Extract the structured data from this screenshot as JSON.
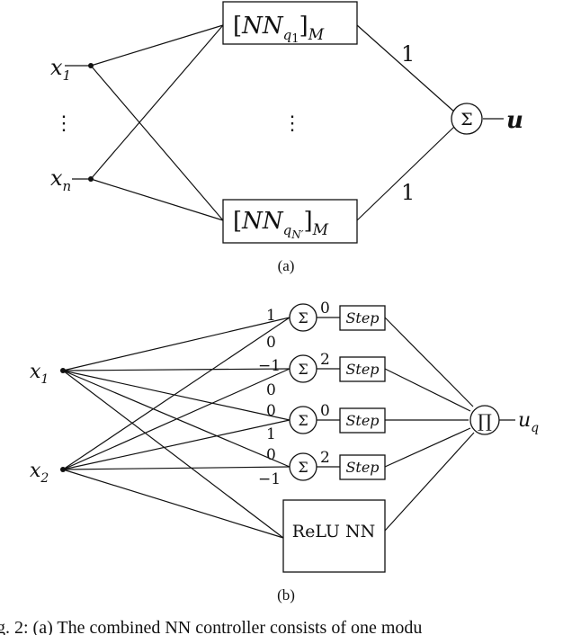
{
  "panel_a": {
    "inputs": {
      "x1": {
        "base": "x",
        "sub": "1"
      },
      "xn": {
        "base": "x",
        "sub": "n"
      }
    },
    "ellipsis": "⋮",
    "box_top": {
      "open": "[",
      "nn": "NN",
      "sub": "q",
      "subsub": "1",
      "close": "]",
      "tail": "M"
    },
    "box_bottom": {
      "open": "[",
      "nn": "NN",
      "sub": "q",
      "subsub": "N′",
      "close": "]",
      "tail": "M"
    },
    "weight_top": "1",
    "weight_bottom": "1",
    "sum_symbol": "Σ",
    "output": "u",
    "caption": "(a)"
  },
  "panel_b": {
    "inputs": {
      "x1": {
        "base": "x",
        "sub": "1"
      },
      "x2": {
        "base": "x",
        "sub": "2"
      }
    },
    "sum_symbol": "Σ",
    "weights": [
      {
        "top": "1",
        "bottom": "0"
      },
      {
        "top": "−1",
        "bottom": "0"
      },
      {
        "top": "0",
        "bottom": "1"
      },
      {
        "top": "0",
        "bottom": "−1"
      }
    ],
    "biases": [
      "0",
      "2",
      "0",
      "2"
    ],
    "step_labels": [
      "Step",
      "Step",
      "Step",
      "Step"
    ],
    "relu_label": "ReLU NN",
    "prod_symbol": "∏",
    "output": {
      "base": "u",
      "sub": "q"
    },
    "caption": "(b)"
  },
  "footer_caption": "g. 2: (a) The combined NN controller consists of one modu"
}
